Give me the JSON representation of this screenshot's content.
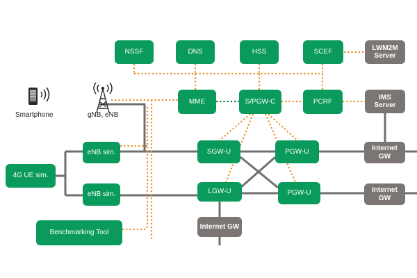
{
  "colors": {
    "node_green": "#0a9a5c",
    "node_gray": "#7b7574",
    "wire_gray": "#6f6f6f",
    "dotted_orange": "#e7902a",
    "dotted_green": "#0a7a48"
  },
  "icons": {
    "smartphone": "smartphone-icon",
    "antenna": "cell-tower-icon"
  },
  "nodes": {
    "nssf": "NSSF",
    "dns": "DNS",
    "hss": "HSS",
    "scef": "SCEF",
    "lwm2m": "LWM2M\nServer",
    "mme": "MME",
    "spgwc": "S/PGW-C",
    "pcrf": "PCRF",
    "ims": "IMS\nServer",
    "sgwu": "SGW-U",
    "pgwu1": "PGW-U",
    "internet_gw1": "Internet\nGW",
    "enb_sim1": "eNB sim.",
    "enb_sim2": "eNB sim.",
    "ue_sim": "4G UE sim.",
    "lgwu": "LGW-U",
    "pgwu2": "PGW-U",
    "internet_gw2": "Internet\nGW",
    "internet_gw3": "Internet GW",
    "benchmarking": "Benchmarking Tool"
  },
  "labels": {
    "smartphone": "Smartphone",
    "gnb_enb": "gNB, eNB"
  }
}
